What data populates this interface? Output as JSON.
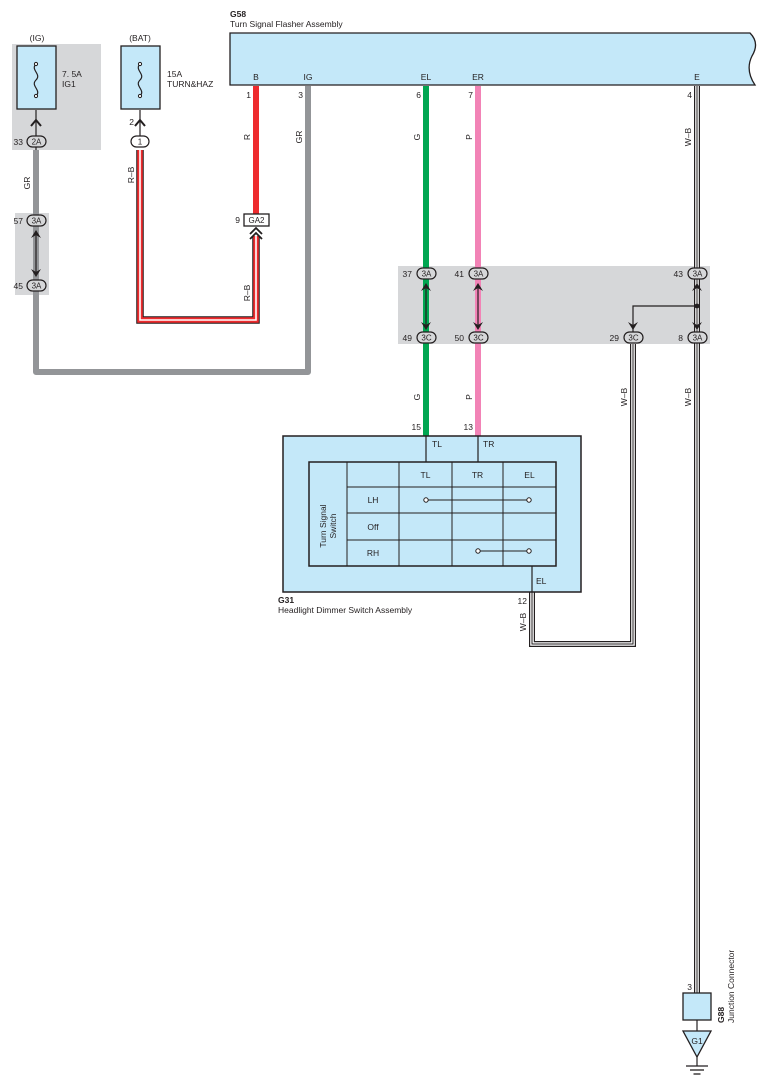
{
  "colors": {
    "component_fill": "#c4e8f9",
    "box_gray": "#d6d7d9",
    "wire_red": "#ee2b2e",
    "wire_green": "#00a651",
    "wire_pink": "#f283b6",
    "wire_gray": "#939598",
    "wire_white": "#ffffff",
    "ink": "#231f20"
  },
  "fuses": {
    "ig": {
      "supply_label": "(IG)",
      "rating": "7. 5A",
      "name": "IG1",
      "pin": "33",
      "connector": "2A"
    },
    "bat": {
      "supply_label": "(BAT)",
      "rating": "15A",
      "name": "TURN&HAZ",
      "pin": "2",
      "connector": "1"
    }
  },
  "flasher": {
    "id": "G58",
    "name": "Turn Signal Flasher Assembly",
    "terminals": [
      {
        "label": "B",
        "pin": "1",
        "wire": "R"
      },
      {
        "label": "IG",
        "pin": "3",
        "wire": "GR"
      },
      {
        "label": "EL",
        "pin": "6",
        "wire": "G"
      },
      {
        "label": "ER",
        "pin": "7",
        "wire": "P"
      },
      {
        "label": "E",
        "pin": "4",
        "wire": "W–B"
      }
    ]
  },
  "wires": {
    "gr_left": "GR",
    "rb_top": "R–B",
    "rb_bottom": "R–B",
    "g_lower": "G",
    "p_lower": "P",
    "wb_29": "W–B",
    "wb_8": "W–B",
    "wb_12": "W–B"
  },
  "connectors": {
    "c57": {
      "pin": "57",
      "code": "3A"
    },
    "c45": {
      "pin": "45",
      "code": "3A"
    },
    "ga2": {
      "pin": "9",
      "code": "GA2"
    },
    "c37": {
      "pin": "37",
      "code": "3A"
    },
    "c41": {
      "pin": "41",
      "code": "3A"
    },
    "c43": {
      "pin": "43",
      "code": "3A"
    },
    "c49": {
      "pin": "49",
      "code": "3C"
    },
    "c50": {
      "pin": "50",
      "code": "3C"
    },
    "c29": {
      "pin": "29",
      "code": "3C"
    },
    "c8": {
      "pin": "8",
      "code": "3A"
    }
  },
  "dimmer": {
    "id": "G31",
    "name": "Headlight Dimmer Switch Assembly",
    "terminal_tl": {
      "pin": "15",
      "label": "TL"
    },
    "terminal_tr": {
      "pin": "13",
      "label": "TR"
    },
    "terminal_el": {
      "pin": "12",
      "label": "EL"
    },
    "table": {
      "columns": [
        "TL",
        "TR",
        "EL"
      ],
      "rows": [
        "LH",
        "Off",
        "RH"
      ],
      "side_label_line1": "Turn Signal",
      "side_label_line2": "Switch"
    }
  },
  "junction": {
    "id": "G88",
    "name": "Junction Connector",
    "pin": "3",
    "ground": "G1"
  }
}
